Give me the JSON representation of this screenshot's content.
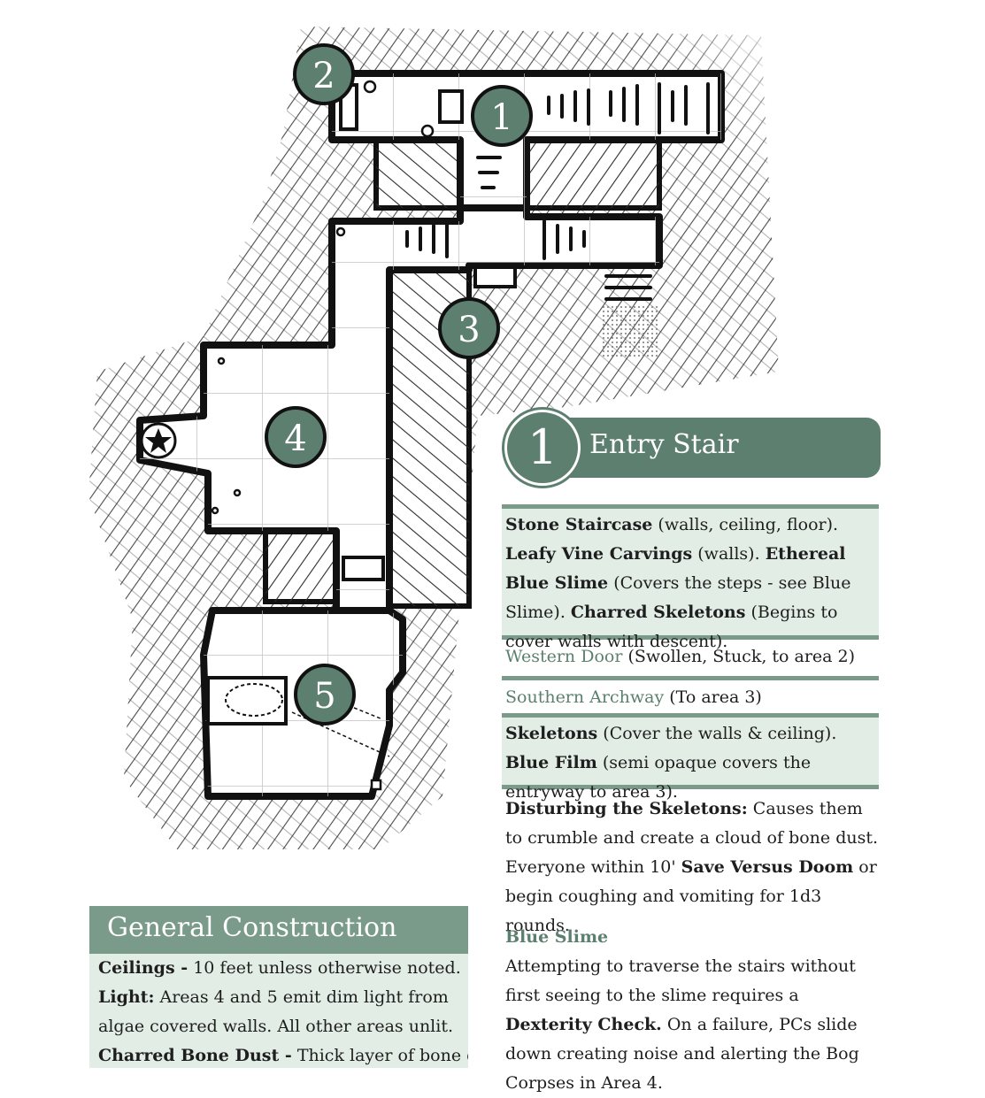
{
  "map": {
    "markers": [
      "1",
      "2",
      "3",
      "4",
      "5"
    ]
  },
  "entry": {
    "number": "1",
    "title": "Entry Stair"
  },
  "block1": {
    "items": [
      {
        "name": "Stone Staircase",
        "desc": " (walls, ceiling, floor). "
      },
      {
        "name": "Leafy Vine Carvings",
        "desc": " (walls). "
      },
      {
        "name": "Ethereal Blue Slime",
        "desc": " (Covers the steps - see Blue Slime). "
      },
      {
        "name": "Charred Skeletons",
        "desc": " (Begins to cover walls with descent)."
      }
    ]
  },
  "exits": [
    {
      "name": "Western Door",
      "desc": " (Swollen, Stuck, to area 2)"
    },
    {
      "name": "Southern Archway",
      "desc": " (To area 3)"
    }
  ],
  "block2": {
    "items": [
      {
        "name": "Skeletons",
        "desc": " (Cover the walls & ceiling). "
      },
      {
        "name": "Blue Film",
        "desc": " (semi opaque covers the entryway to area 3)."
      }
    ]
  },
  "disturbing": {
    "label": "Disturbing the Skeletons:",
    "text1": " Causes them to crumble and create a cloud of bone dust. Everyone within 10' ",
    "save": "Save Versus Doom",
    "text2": " or begin coughing and vomiting for 1d3 rounds."
  },
  "blue_slime": {
    "heading": "Blue Slime",
    "text1": "Attempting to traverse the stairs without first seeing to the slime requires a ",
    "check": "Dexterity Check.",
    "text2": " On a failure, PCs slide down creating noise and alerting the Bog Corpses in Area 4."
  },
  "general_construction": {
    "title": "General Construction",
    "lines": [
      {
        "label": "Ceilings -",
        "text": " 10 feet unless otherwise noted."
      },
      {
        "label": "Light:",
        "text": " Areas 4 and 5 emit dim light from algae covered walls. All other areas unlit."
      },
      {
        "label": "Charred Bone Dust -",
        "text": " Thick layer of bone dust"
      }
    ]
  },
  "colors": {
    "accent": "#5d7f70",
    "accent_light": "#7a9a8a",
    "box_bg": "#e2ede6",
    "heading_green": "#5b8070"
  }
}
